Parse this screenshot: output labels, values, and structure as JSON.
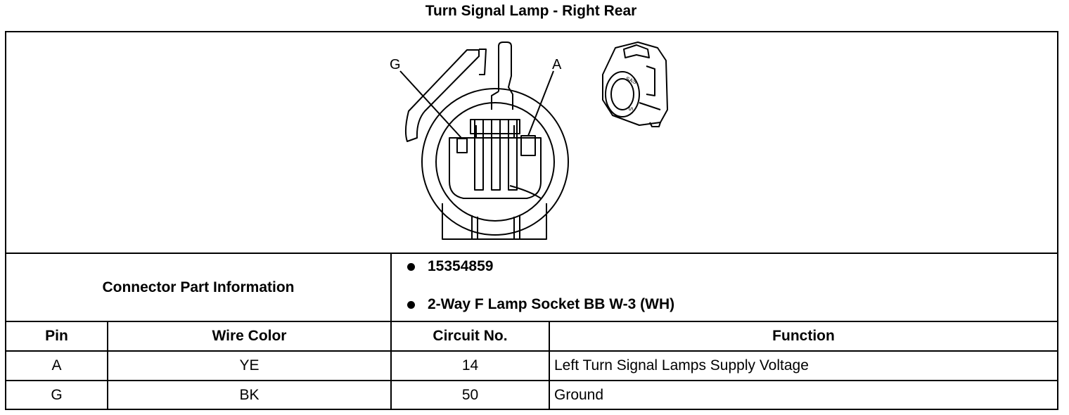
{
  "title": "Turn Signal Lamp - Right Rear",
  "diagram": {
    "callouts": [
      "G",
      "A"
    ],
    "inset_text": [
      "SAS",
      "S"
    ]
  },
  "connector": {
    "label": "Connector Part Information",
    "items": [
      "15354859",
      "2-Way F Lamp Socket BB W-3 (WH)"
    ]
  },
  "table": {
    "headers": [
      "Pin",
      "Wire Color",
      "Circuit No.",
      "Function"
    ],
    "rows": [
      [
        "A",
        "YE",
        "14",
        "Left Turn Signal Lamps Supply Voltage"
      ],
      [
        "G",
        "BK",
        "50",
        "Ground"
      ]
    ]
  }
}
